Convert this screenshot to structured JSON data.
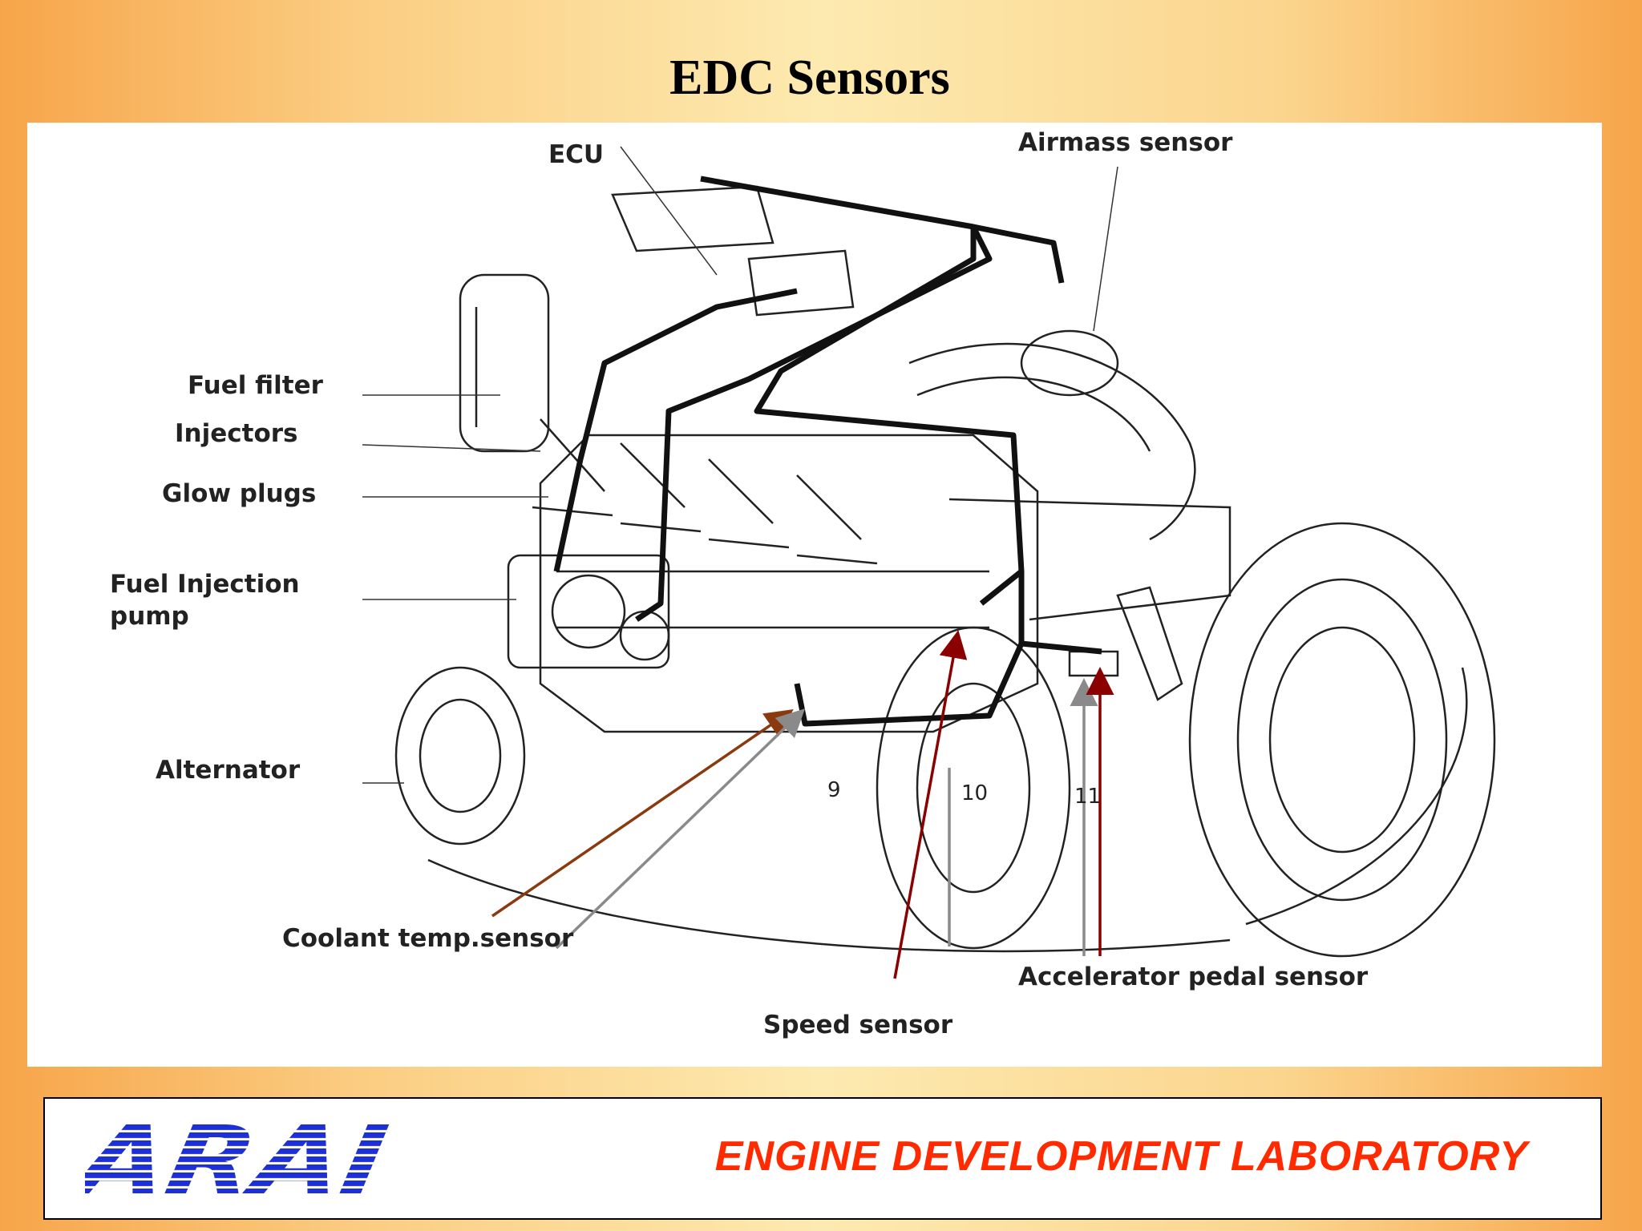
{
  "title": "EDC Sensors",
  "labels": {
    "ecu": "ECU",
    "airmass_sensor": "Airmass sensor",
    "fuel_filter": "Fuel filter",
    "injectors": "Injectors",
    "glow_plugs": "Glow plugs",
    "fuel_injection_pump_line1": "Fuel Injection",
    "fuel_injection_pump_line2": "pump",
    "alternator": "Alternator",
    "coolant_temp_sensor": "Coolant temp.sensor",
    "speed_sensor": "Speed sensor",
    "accelerator_pedal_sensor": "Accelerator pedal sensor"
  },
  "callout_numbers": {
    "n9": "9",
    "n10": "10",
    "n11": "11"
  },
  "footer": {
    "logo_text": "ARAI",
    "lab_name": "ENGINE DEVELOPMENT LABORATORY"
  },
  "colors": {
    "logo_blue": "#1d2fd6",
    "lab_red": "#ff2a00",
    "arrow_dark_red": "#8b0000",
    "arrow_brown": "#8b3a0f",
    "arrow_gray": "#8a8a8a"
  }
}
